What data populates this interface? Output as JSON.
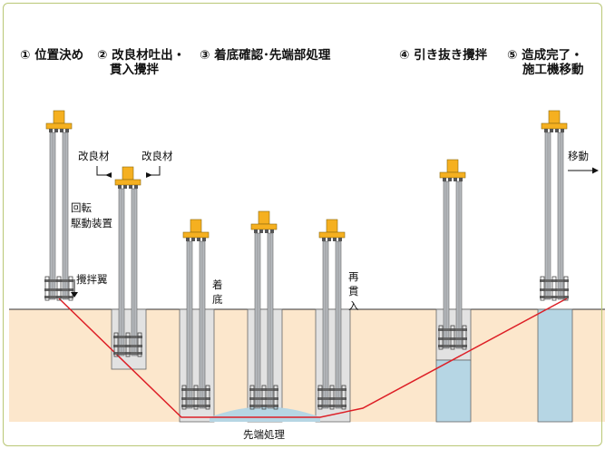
{
  "colors": {
    "soil": "#fce7cc",
    "soil_line": "#333333",
    "treated": "#b6d6e4",
    "excavation": "#e2e2e2",
    "rig": "#f5b020",
    "rod": "#b5b9bd",
    "red_line": "#dd1f26",
    "text": "#111111",
    "frame": "#b9c776"
  },
  "steps": [
    {
      "label": "① 位置決め",
      "label2": ""
    },
    {
      "label": "② 改良材吐出・",
      "label2": "貫入攪拌"
    },
    {
      "label": "③ 着底確認･先端部処理",
      "label2": ""
    },
    {
      "label": "④ 引き抜き攪拌",
      "label2": ""
    },
    {
      "label": "⑤ 造成完了・",
      "label2": "施工機移動"
    }
  ],
  "labels": {
    "material_left": "改良材",
    "material_right": "改良材",
    "drive_unit_1": "回転",
    "drive_unit_2": "駆動装置",
    "blade": "攪拌翼",
    "bottom_1": "着",
    "bottom_2": "底",
    "repenetrate_1": "再",
    "repenetrate_2": "貫",
    "repenetrate_3": "入",
    "move": "移動",
    "tip_treatment": "先端処理"
  },
  "icons": [
    "arrow-left-icon",
    "arrow-right-icon",
    "arrow-down-icon"
  ]
}
